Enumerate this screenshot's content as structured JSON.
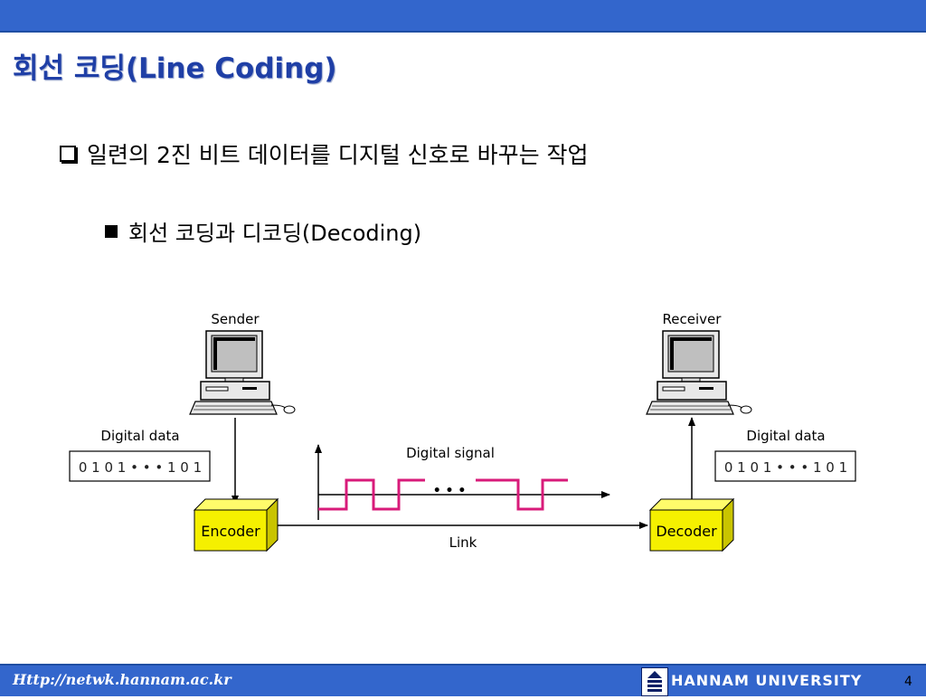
{
  "slide": {
    "title": "회선 코딩(Line Coding)",
    "bullet1": "일련의 2진 비트 데이터를 디지털 신호로 바꾸는 작업",
    "bullet2": "회선 코딩과 디코딩(Decoding)"
  },
  "diagram": {
    "sender_label": "Sender",
    "receiver_label": "Receiver",
    "sender_data_label": "Digital data",
    "receiver_data_label": "Digital data",
    "sender_bits": "0 1 0 1 • • • 1 0 1",
    "receiver_bits": "0 1 0 1 • • • 1 0 1",
    "signal_label": "Digital signal",
    "ellipsis": "• • •",
    "encoder_label": "Encoder",
    "decoder_label": "Decoder",
    "link_label": "Link",
    "colors": {
      "signal": "#d81b7a",
      "box_fill": "#f5f000",
      "box_side": "#c9c400"
    }
  },
  "footer": {
    "url": "Http://netwk.hannam.ac.kr",
    "university": "HANNAM  UNIVERSITY",
    "page_number": "4"
  }
}
